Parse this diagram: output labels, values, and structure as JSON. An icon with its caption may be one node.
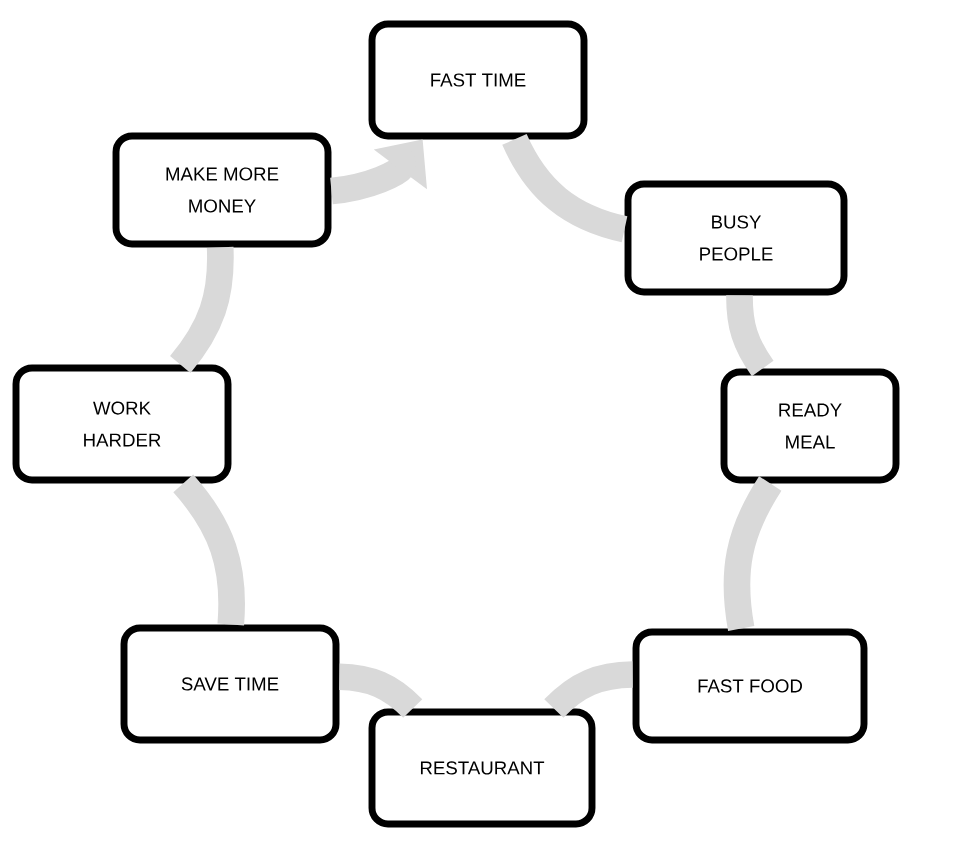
{
  "diagram": {
    "nodes": [
      {
        "text": [
          "FAST TIME"
        ]
      },
      {
        "text": [
          "MAKE MORE MONEY"
        ]
      },
      {
        "text": [
          "BUSY PEOPLE"
        ]
      },
      {
        "text": [
          "WORK HARDER"
        ]
      },
      {
        "text": [
          "READY MEAL"
        ]
      },
      {
        "text": [
          "SAVE TIME"
        ]
      },
      {
        "text": [
          "FAST FOOD"
        ]
      },
      {
        "text": [
          "RESTAURANT"
        ]
      }
    ],
    "edges": [
      {
        "from": 0,
        "to": 2,
        "arrow": "none"
      },
      {
        "from": 2,
        "to": 4,
        "arrow": "none"
      },
      {
        "from": 4,
        "to": 6,
        "arrow": "none"
      },
      {
        "from": 6,
        "to": 7,
        "arrow": "none"
      },
      {
        "from": 7,
        "to": 5,
        "arrow": "none"
      },
      {
        "from": 5,
        "to": 3,
        "arrow": "none"
      },
      {
        "from": 3,
        "to": 1,
        "arrow": "none"
      },
      {
        "from": 1,
        "to": 0,
        "arrow": "to"
      }
    ]
  }
}
